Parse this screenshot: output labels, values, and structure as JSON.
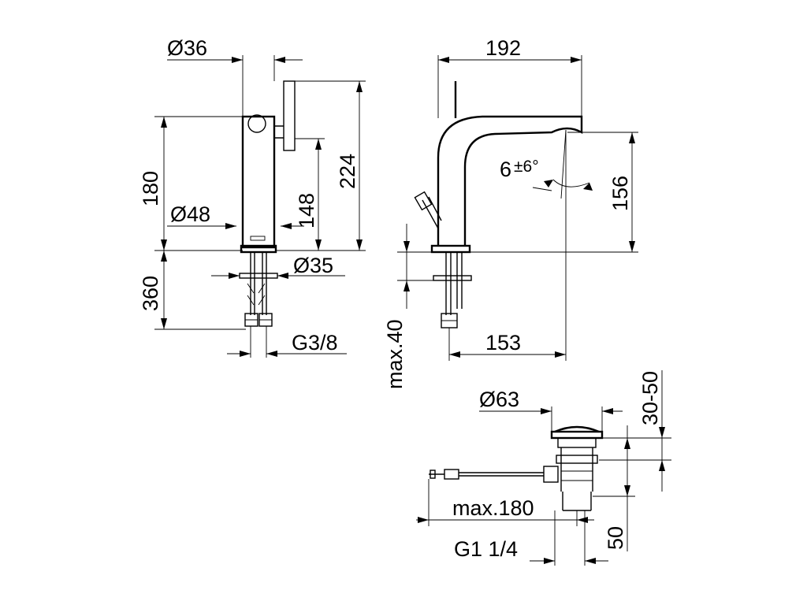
{
  "dimensions": {
    "d36": "Ø36",
    "d48": "Ø48",
    "d35": "Ø35",
    "h180": "180",
    "h148": "148",
    "h224": "224",
    "h360": "360",
    "g38": "G3/8",
    "w192": "192",
    "angle_base": "6",
    "angle_tol": "±6°",
    "h156": "156",
    "max40": "max.40",
    "w153": "153",
    "d63": "Ø63",
    "r3050": "30-50",
    "max180": "max.180",
    "h50": "50",
    "g114": "G1 1/4"
  }
}
